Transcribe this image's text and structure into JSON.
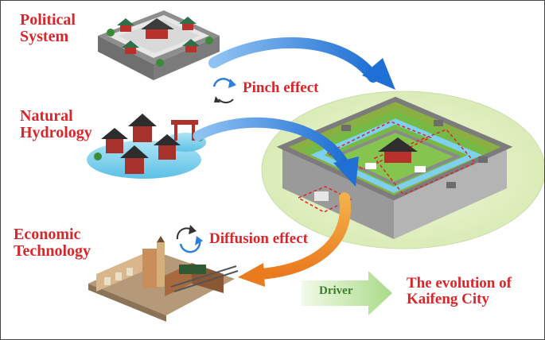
{
  "labels": {
    "political": [
      "Political",
      "System"
    ],
    "hydrology": [
      "Natural",
      "Hydrology"
    ],
    "economic": [
      "Economic",
      "Technology"
    ],
    "pinch": "Pinch effect",
    "diffusion": "Diffusion effect",
    "driver": "Driver",
    "evolution": [
      "The evolution of",
      "Kaifeng City"
    ]
  },
  "colors": {
    "label_red": "#d8262a",
    "arrow_blue": "#2f7fd8",
    "arrow_orange": "#f08a24",
    "ellipse_green": "#e3f0c8",
    "driver_green": "#bfe3a4"
  },
  "icons": {
    "pinch": "rotate-inward-icon",
    "diffusion": "rotate-outward-icon"
  }
}
